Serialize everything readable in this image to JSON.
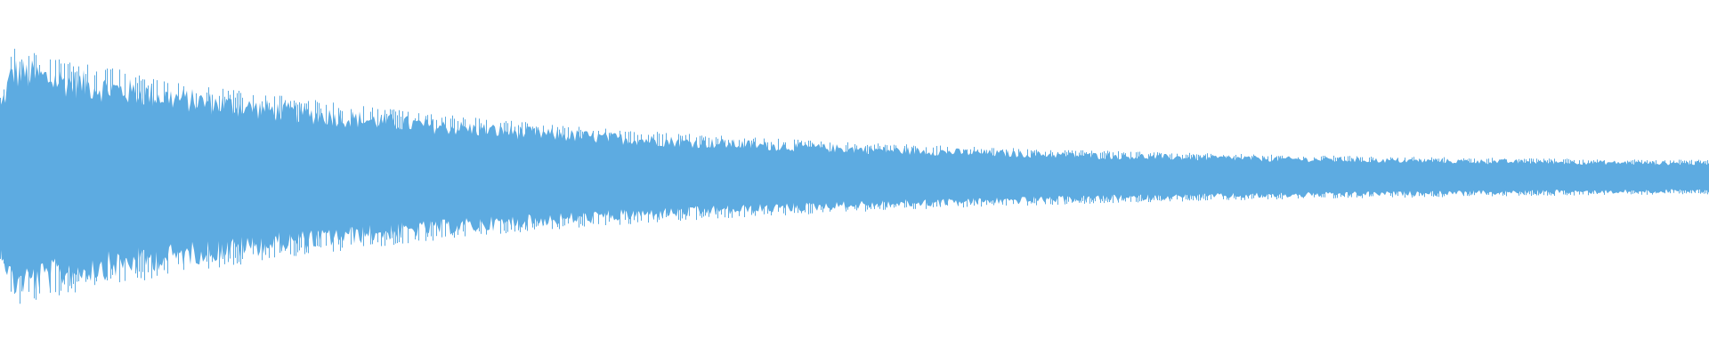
{
  "waveform": {
    "color": "#5dabe1",
    "background": "#ffffff",
    "envelope": {
      "shape": "exponential-decay",
      "peak_amplitude_fraction": 0.35,
      "end_amplitude_fraction": 0.035
    }
  }
}
